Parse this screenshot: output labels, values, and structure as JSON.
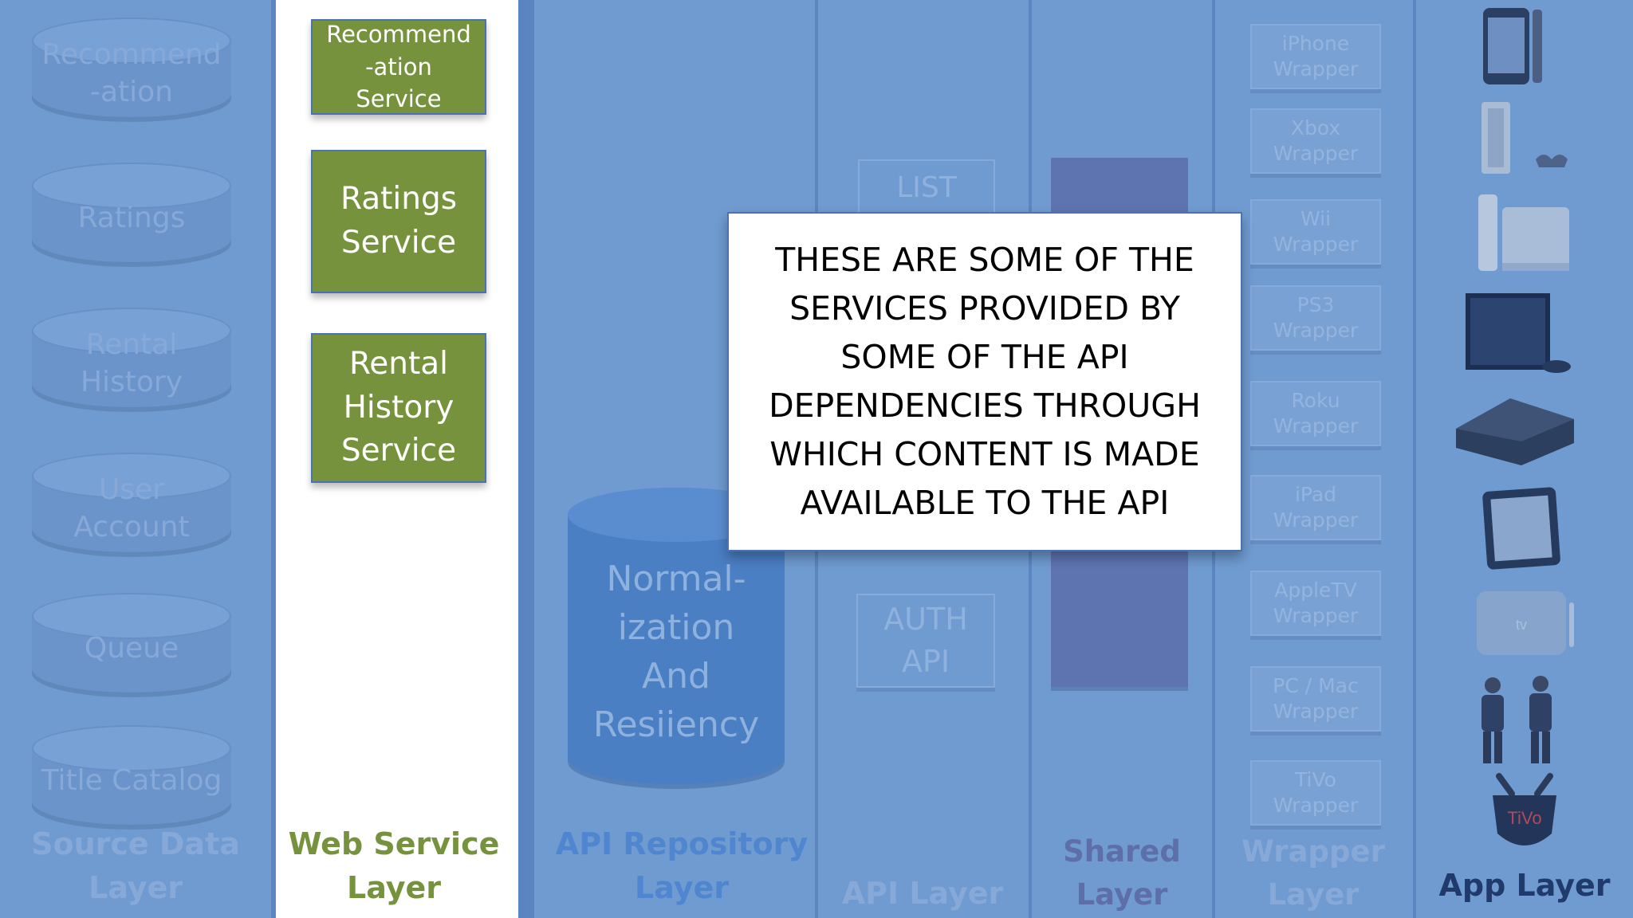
{
  "source_layer": {
    "label": "Source Data Layer",
    "label_line1": "Source Data",
    "label_line2": "Layer",
    "databases": [
      {
        "line1": "Recommend",
        "line2": "-ation"
      },
      {
        "line1": "Ratings",
        "line2": ""
      },
      {
        "line1": "Rental",
        "line2": "History"
      },
      {
        "line1": "User",
        "line2": "Account"
      },
      {
        "line1": "Queue",
        "line2": ""
      },
      {
        "line1": "Title Catalog",
        "line2": ""
      }
    ]
  },
  "web_service_layer": {
    "label_line1": "Web Service",
    "label_line2": "Layer",
    "services": [
      {
        "lines": [
          "Recommend",
          "-ation",
          "Service"
        ]
      },
      {
        "lines": [
          "Ratings",
          "Service"
        ]
      },
      {
        "lines": [
          "Rental",
          "History",
          "Service"
        ]
      }
    ]
  },
  "api_repository_layer": {
    "label_line1": "API Repository",
    "label_line2": "Layer",
    "cylinder_lines": [
      "Normal-",
      "ization",
      "And",
      "Resiiency"
    ]
  },
  "api_layer": {
    "label": "API Layer",
    "boxes": [
      {
        "line1": "LIST",
        "line2": ""
      },
      {
        "line1": "AUTH",
        "line2": "API"
      }
    ]
  },
  "shared_layer": {
    "label_line1": "Shared",
    "label_line2": "Layer"
  },
  "wrapper_layer": {
    "label_line1": "Wrapper",
    "label_line2": "Layer",
    "wrappers": [
      {
        "line1": "iPhone",
        "line2": "Wrapper"
      },
      {
        "line1": "Xbox",
        "line2": "Wrapper"
      },
      {
        "line1": "Wii",
        "line2": "Wrapper"
      },
      {
        "line1": "PS3",
        "line2": "Wrapper"
      },
      {
        "line1": "Roku",
        "line2": "Wrapper"
      },
      {
        "line1": "iPad",
        "line2": "Wrapper"
      },
      {
        "line1": "AppleTV",
        "line2": "Wrapper"
      },
      {
        "line1": "PC / Mac",
        "line2": "Wrapper"
      },
      {
        "line1": "TiVo",
        "line2": "Wrapper"
      }
    ]
  },
  "app_layer": {
    "label": "App Layer",
    "devices": [
      "iphone-icon",
      "xbox-icon",
      "wii-icon",
      "ps3-icon",
      "roku-icon",
      "ipad-icon",
      "appletv-icon",
      "pc-mac-people-icon",
      "tivo-icon"
    ],
    "appletv_text": "tv",
    "tivo_text": "TiVo"
  },
  "callout": {
    "lines": [
      "THESE ARE SOME OF THE",
      "SERVICES PROVIDED BY",
      "SOME OF THE API",
      "DEPENDENCIES THROUGH",
      "WHICH CONTENT IS MADE",
      "AVAILABLE TO THE API"
    ]
  },
  "colors": {
    "background": "#6f9bd0",
    "service_green": "#76923c",
    "label_green": "#76923c",
    "faded_text": "#86a9d8",
    "repository_blue": "#4a7fc4",
    "shared_bar": "#5e74b0",
    "app_label": "#1f3a6b"
  }
}
